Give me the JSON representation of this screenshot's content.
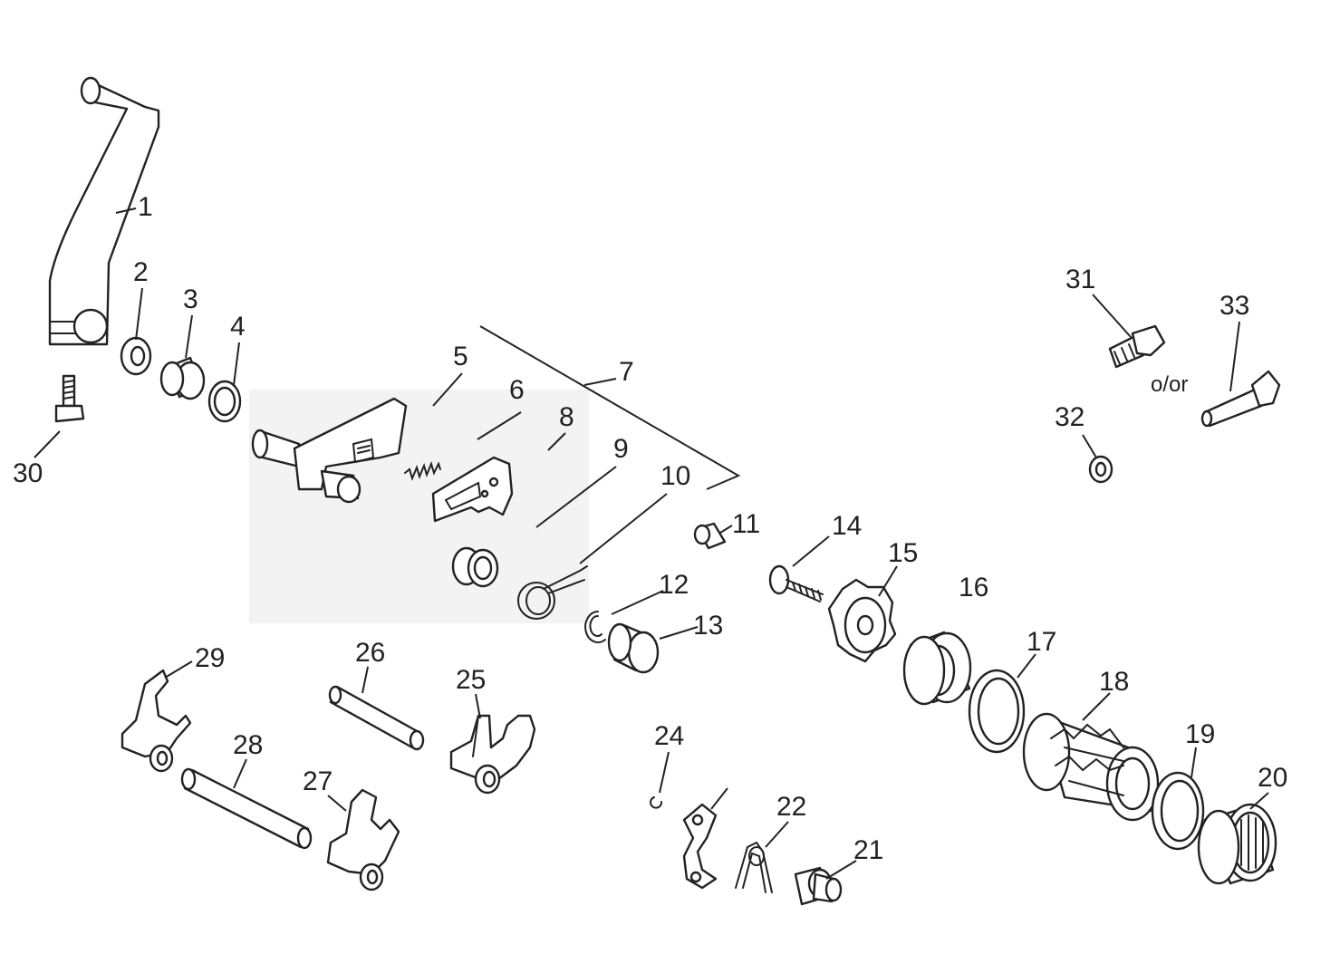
{
  "callouts": {
    "c1": "1",
    "c2": "2",
    "c3": "3",
    "c4": "4",
    "c5": "5",
    "c6": "6",
    "c7": "7",
    "c8": "8",
    "c9": "9",
    "c10": "10",
    "c11": "11",
    "c12": "12",
    "c13": "13",
    "c14": "14",
    "c15": "15",
    "c16": "16",
    "c17": "17",
    "c18": "18",
    "c19": "19",
    "c20": "20",
    "c21": "21",
    "c22": "22",
    "c23": "",
    "c24": "24",
    "c25": "25",
    "c26": "26",
    "c27": "27",
    "c28": "28",
    "c29": "29",
    "c30": "30",
    "c31": "31",
    "c32": "32",
    "c33": "33"
  },
  "alternative_label": "o/or"
}
